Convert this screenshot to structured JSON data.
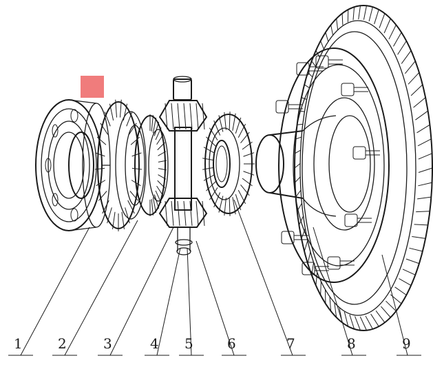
{
  "diagram": {
    "parts": [
      {
        "number": "1",
        "icon": "ball-bearing-icon"
      },
      {
        "number": "2",
        "icon": "bevel-gear-icon"
      },
      {
        "number": "3",
        "icon": "small-bevel-gear-icon"
      },
      {
        "number": "4",
        "icon": "pinion-gear-icon"
      },
      {
        "number": "5",
        "icon": "cross-shaft-icon"
      },
      {
        "number": "6",
        "icon": "side-gear-icon"
      },
      {
        "number": "7",
        "icon": "side-gear-spline-icon"
      },
      {
        "number": "8",
        "icon": "differential-case-icon"
      },
      {
        "number": "9",
        "icon": "ring-gear-icon"
      }
    ],
    "marker_color": "#f07c7c",
    "line_color": "#1a1a1a"
  }
}
